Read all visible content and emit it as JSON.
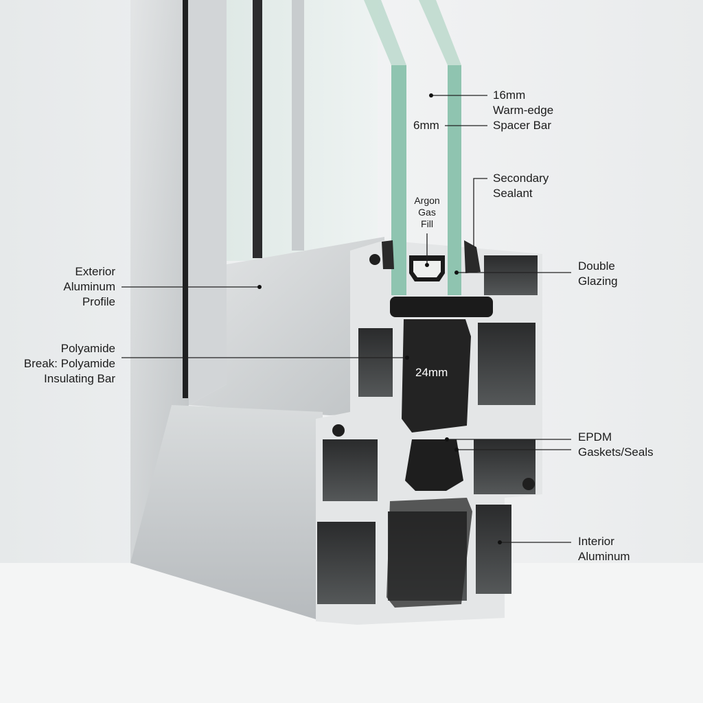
{
  "labels": {
    "exterior": [
      "Exterior",
      "Aluminum",
      "Profile"
    ],
    "polyamide": [
      "Polyamide",
      "Break: Polyamide",
      "Insulating Bar"
    ],
    "warm_edge": [
      "16mm",
      "Warm-edge",
      "Spacer Bar"
    ],
    "glass_thickness": "6mm",
    "secondary_sealant": [
      "Secondary",
      "Sealant"
    ],
    "argon": [
      "Argon",
      "Gas",
      "Fill"
    ],
    "double_glazing": [
      "Double",
      "Glazing"
    ],
    "break_width": "24mm",
    "epdm": [
      "EPDM",
      "Gaskets/Seals"
    ],
    "interior": [
      "Interior",
      "Aluminum"
    ]
  },
  "colors": {
    "aluminum": "#d7d9da",
    "aluminum_face": "#c4c7c9",
    "polyamide": "#232323",
    "glass_edge": "#8fc4b0",
    "leader": "#222222"
  }
}
